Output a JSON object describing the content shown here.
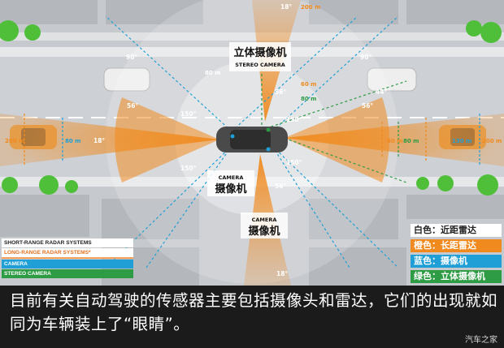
{
  "diagram": {
    "stereo_camera_label_cn": "立体摄像机",
    "stereo_camera_label_en": "STEREO CAMERA",
    "camera_front_label_en": "CAMERA",
    "camera_front_label_cn": "摄像机",
    "camera_rear_label_en": "CAMERA",
    "camera_rear_label_cn": "摄像机",
    "angles": {
      "top": "18°",
      "bottom": "18°",
      "left": "18°",
      "front_left_90": "90°",
      "front_right_90": "90°",
      "left_56": "56°",
      "right_56": "56°",
      "center_56_top": "56°",
      "center_56_bottom": "56°",
      "right_44": "44°",
      "left_150_top": "150°",
      "left_150_bottom": "150°",
      "right_150_top": "150°",
      "right_150_bottom": "150°"
    },
    "ranges": {
      "top_200": "200 m",
      "left_200": "200 m",
      "right_200": "200 m",
      "left_80": "80 m",
      "right_130": "130 m",
      "right_60": "60 m",
      "right_80": "80 m",
      "center_60": "60 m",
      "center_80": "80 m",
      "top_80_gray": "80 m"
    }
  },
  "legend_left": [
    "SHORT-RANGE RADAR SYSTEMS",
    "LONG-RANGE RADAR SYSTEMS*",
    "CAMERA",
    "STEREO CAMERA"
  ],
  "legend_right": [
    "白色：近距雷达",
    "橙色：长距雷达",
    "蓝色：摄像机",
    "绿色：立体摄像机"
  ],
  "caption": "目前有关自动驾驶的传感器主要包括摄像头和雷达，它们的出现就如同为车辆装上了“眼睛”。",
  "watermark": "汽车之家",
  "colors": {
    "orange": "#f08a1e",
    "blue": "#1f9fd6",
    "green": "#2e9b45",
    "road": "#c9ccd0",
    "lane": "#ffffff"
  }
}
